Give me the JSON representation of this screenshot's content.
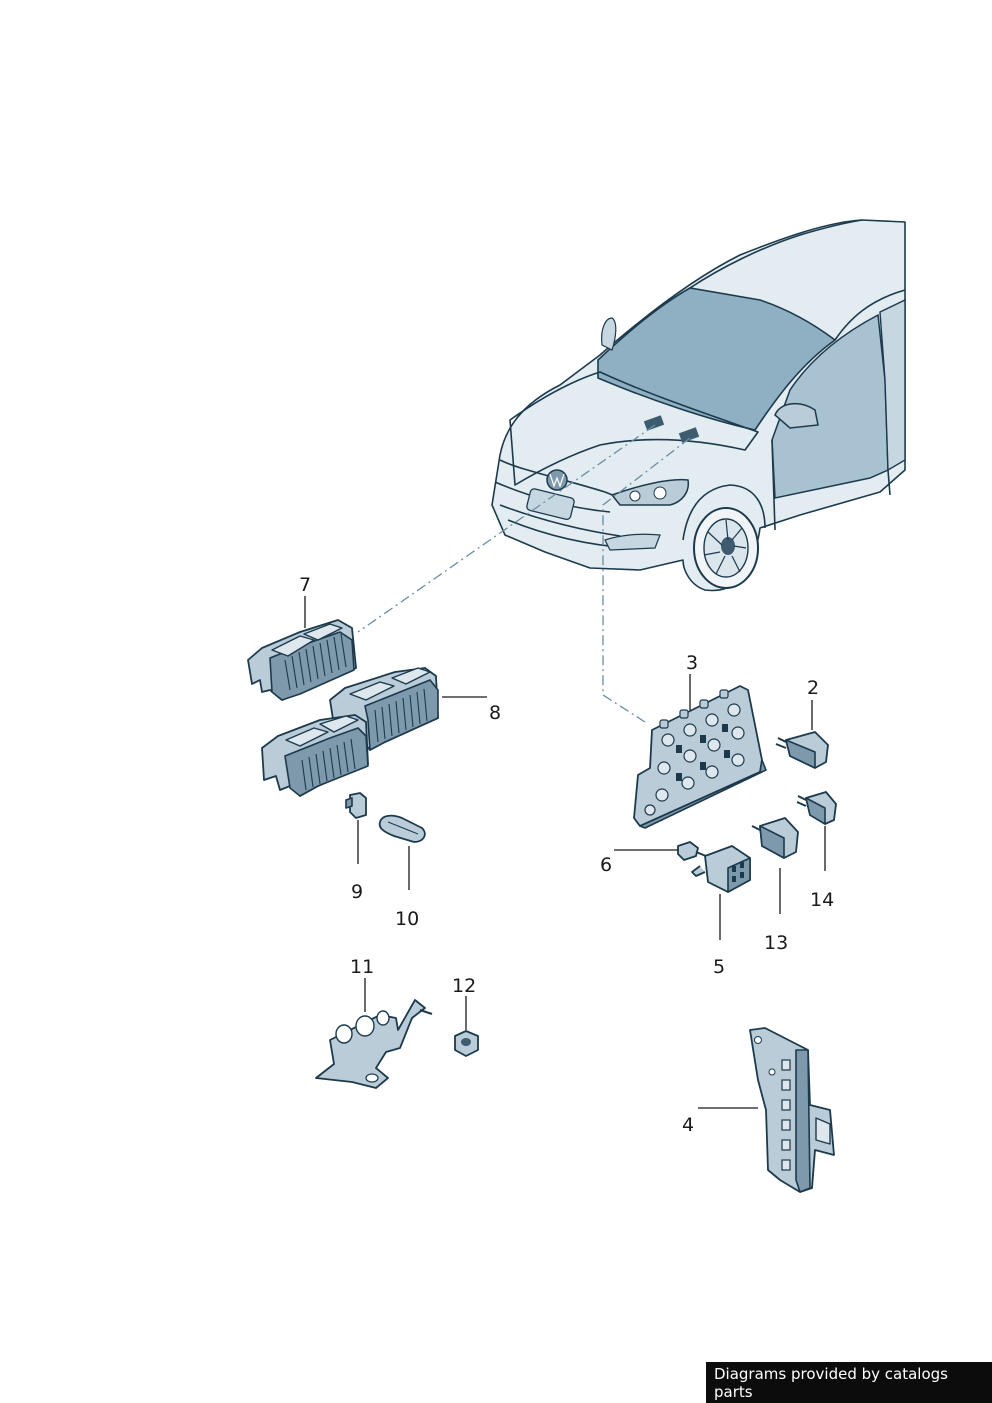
{
  "callouts": [
    {
      "id": "2",
      "label": "2"
    },
    {
      "id": "3",
      "label": "3"
    },
    {
      "id": "4",
      "label": "4"
    },
    {
      "id": "5",
      "label": "5"
    },
    {
      "id": "6",
      "label": "6"
    },
    {
      "id": "7",
      "label": "7"
    },
    {
      "id": "8",
      "label": "8"
    },
    {
      "id": "9",
      "label": "9"
    },
    {
      "id": "10",
      "label": "10"
    },
    {
      "id": "11",
      "label": "11"
    },
    {
      "id": "12",
      "label": "12"
    },
    {
      "id": "13",
      "label": "13"
    },
    {
      "id": "14",
      "label": "14"
    }
  ],
  "footer": {
    "credit": "Diagrams provided by catalogs parts"
  },
  "colors": {
    "part_fill": "#b9ccd8",
    "part_outline": "#1c3a4c",
    "car_body": "#e3ecf1",
    "glass": "#8fb0c2",
    "footer_bg": "#0c0c0c"
  }
}
